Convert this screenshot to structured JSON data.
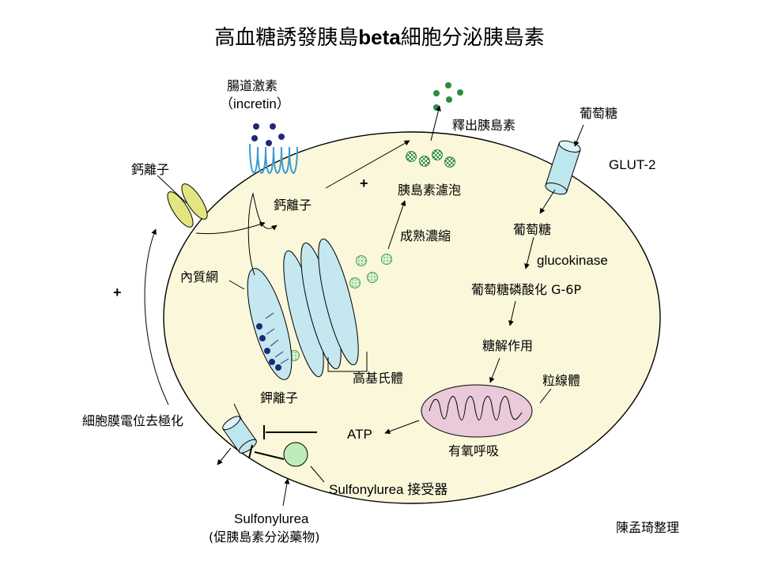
{
  "title": {
    "prefix": "高血糖誘發胰島",
    "beta": "beta",
    "suffix": "細胞分泌胰島素"
  },
  "labels": {
    "incretin_zh": "腸道激素",
    "incretin_en": "（incretin）",
    "calcium_channel": "鈣離子",
    "calcium_inside": "鈣離子",
    "release_insulin": "釋出胰島素",
    "glucose_outside": "葡萄糖",
    "glut2": "GLUT-2",
    "insulin_vesicle": "胰島素濾泡",
    "glucose_inside": "葡萄糖",
    "maturation": "成熟濃縮",
    "glucokinase": "glucokinase",
    "g6p": "葡萄糖磷酸化 G-6P",
    "er": "內質網",
    "glycolysis": "糖解作用",
    "golgi": "高基氏體",
    "mitochondria": "粒線體",
    "potassium": "鉀離子",
    "depolarization": "細胞膜電位去極化",
    "atp": "ATP",
    "aerobic": "有氧呼吸",
    "receptor": "Sulfonylurea 接受器",
    "sulfonylurea": "Sulfonylurea",
    "sulfonylurea_desc": "(促胰島素分泌藥物)",
    "author": "陳孟琦整理"
  },
  "plus_signs": [
    "+",
    "+"
  ],
  "colors": {
    "cell_fill": "#FAF7DA",
    "calcium_channel": "#E3E680",
    "glut2": "#BEE6EE",
    "er": "#C4E7F0",
    "vesicle_green": "#2E8B3E",
    "dot_navy": "#1F2A77",
    "incretin_receptor": "#3A9BD5",
    "mitochondria": "#E9C9DA",
    "receptor_green": "#BDEBB9"
  }
}
